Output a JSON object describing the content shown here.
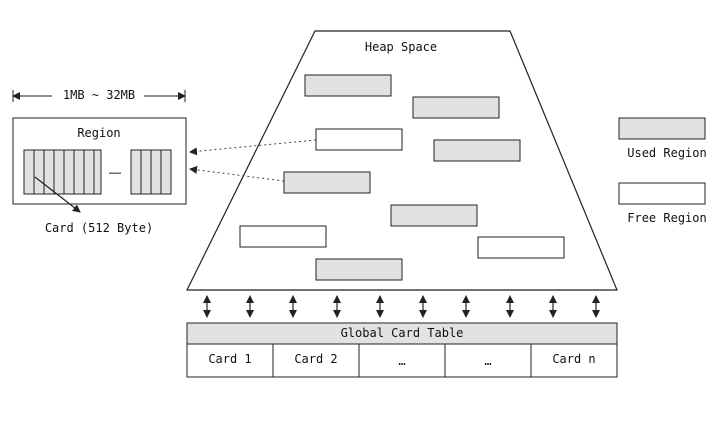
{
  "heap": {
    "title": "Heap Space"
  },
  "region_detail": {
    "size_range": "1MB ~ 32MB",
    "title": "Region",
    "ellipsis": "……",
    "card_label": "Card (512 Byte)"
  },
  "legend": {
    "used": "Used Region",
    "free": "Free Region"
  },
  "card_table": {
    "title": "Global Card Table",
    "cells": [
      "Card 1",
      "Card 2",
      "…",
      "…",
      "Card n"
    ]
  },
  "colors": {
    "used_fill": "#e2e2e2",
    "free_fill": "#ffffff",
    "stroke": "#222222"
  }
}
